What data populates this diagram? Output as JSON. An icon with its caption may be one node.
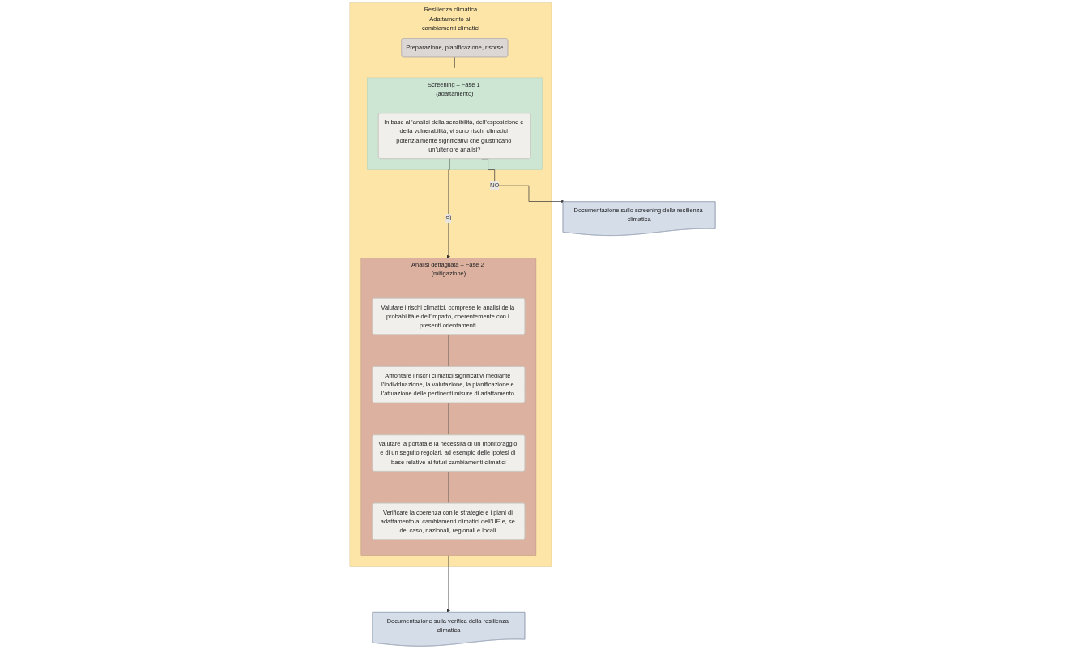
{
  "diagram": {
    "nodes": [
      {
        "text": [
          "Resilienza climatica",
          "Adattamento ai cambiamenti climatici"
        ]
      },
      {
        "text": [
          "Preparazione, pianificazione, risorse"
        ],
        "in": 0
      },
      {
        "text": [
          "Screening – Fase 1 (adattamento)"
        ],
        "in": 0
      },
      {
        "text": [
          "In base all’analisi della sensibilità, dell’esposizione e della vulnerabilità, vi sono rischi climatici potenzialmente significativi che giustificano un’ulteriore analisi?"
        ],
        "in": 2
      },
      {
        "text": [
          "Documentazione sullo screening della resilienza climatica"
        ]
      },
      {
        "text": [
          "Analisi dettagliata – Fase 2 (mitigazione)"
        ],
        "in": 0
      },
      {
        "text": [
          "Valutare i rischi climatici, comprese le analisi della probabilità e dell'impatto, coerentemente con i presenti orientamenti."
        ],
        "in": 5
      },
      {
        "text": [
          "Affrontare i rischi climatici significativi mediante l’individuazione, la valutazione, la pianificazione e l’attuazione delle pertinenti misure di adattamento."
        ],
        "in": 5
      },
      {
        "text": [
          "Valutare la portata e la necessità di un monitoraggio e di un seguito regolari, ad esempio delle ipotesi di base relative ai futuri cambiamenti climatici"
        ],
        "in": 5
      },
      {
        "text": [
          "Verificare la coerenza con le strategie e i piani di adattamento ai cambiamenti climatici dell’UE e, se del caso, nazionali, regionali e locali."
        ],
        "in": 5
      },
      {
        "text": [
          "Documentazione sulla verifica della resilienza climatica"
        ]
      }
    ],
    "edges": [
      {
        "from": 1,
        "to": 2,
        "arrow": "none"
      },
      {
        "from": 3,
        "to": 4,
        "arrow": "to",
        "label": "NO"
      },
      {
        "from": 3,
        "to": 5,
        "arrow": "to",
        "label": "SÌ"
      },
      {
        "from": 6,
        "to": 7,
        "arrow": "none"
      },
      {
        "from": 7,
        "to": 8,
        "arrow": "none"
      },
      {
        "from": 8,
        "to": 9,
        "arrow": "none"
      },
      {
        "from": 5,
        "to": 10,
        "arrow": "to"
      }
    ]
  }
}
